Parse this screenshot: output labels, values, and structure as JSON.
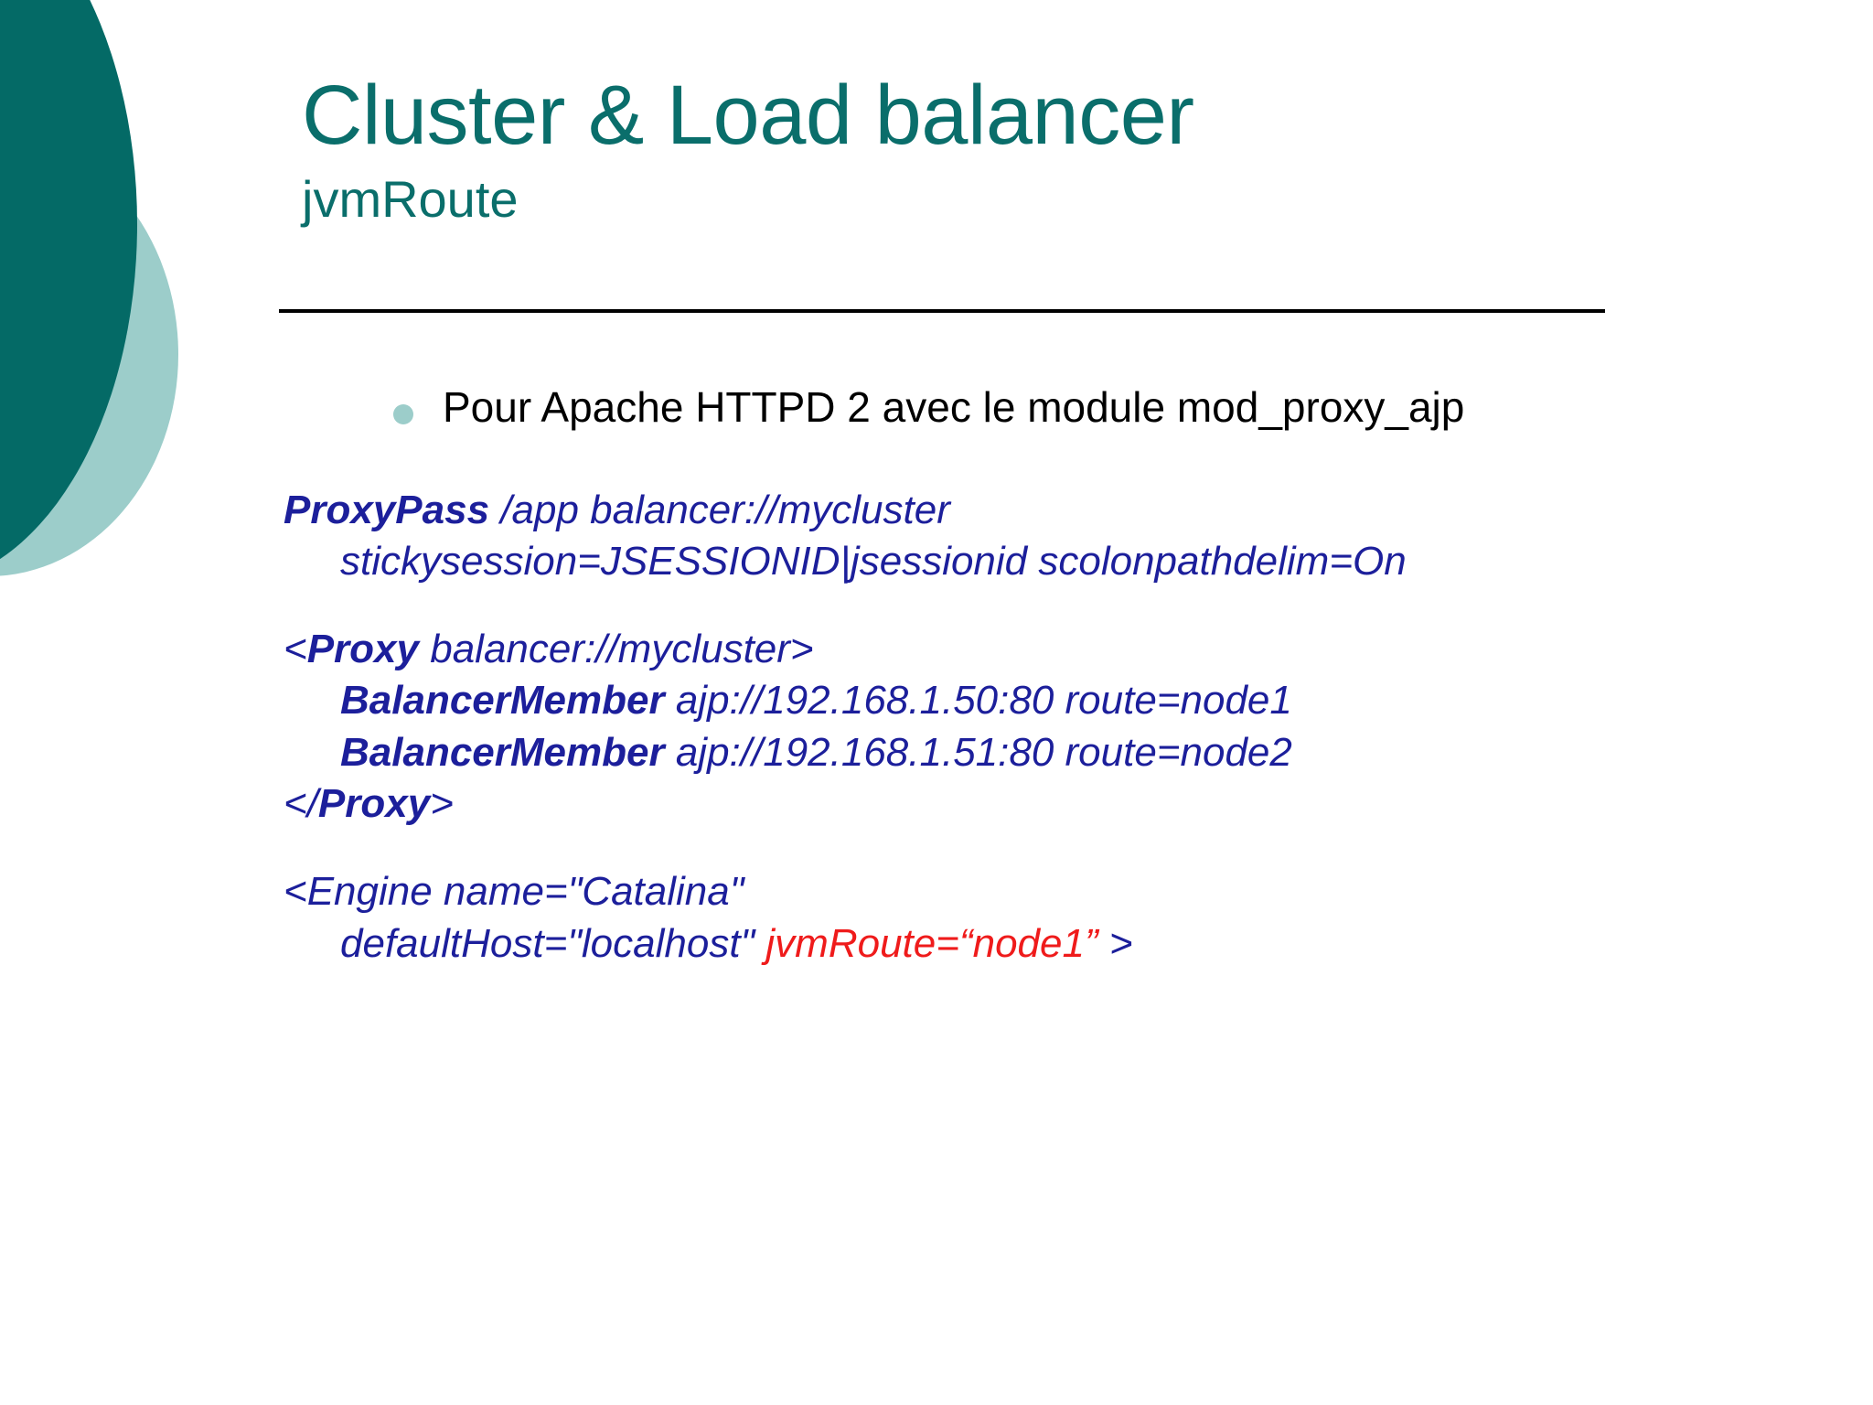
{
  "slide": {
    "title": "Cluster & Load balancer",
    "subtitle": "jvmRoute",
    "title_color": "#0a6e6b",
    "rule_color": "#000000",
    "decor": {
      "dark_circle_color": "#046a66",
      "light_circle_color": "#9ccdca"
    }
  },
  "bullets": [
    {
      "text": "Pour Apache HTTPD 2 avec le module mod_proxy_ajp",
      "bullet_color": "#9ccdca",
      "text_color": "#000000"
    }
  ],
  "code": {
    "color": "#1c1f9b",
    "highlight_color": "#ef1b1b",
    "blocks": [
      {
        "id": "proxypass",
        "lines": [
          {
            "indent": 0,
            "keyword": "ProxyPass",
            "rest": " /app balancer://mycluster"
          },
          {
            "indent": 1,
            "keyword": "",
            "rest": "stickysession=JSESSIONID|jsessionid scolonpathdelim=On"
          }
        ]
      },
      {
        "id": "proxy",
        "lines": [
          {
            "indent": 0,
            "pre": "<",
            "keyword": "Proxy",
            "rest": " balancer://mycluster>"
          },
          {
            "indent": 2,
            "keyword": "BalancerMember",
            "rest": " ajp://192.168.1.50:80 route=node1"
          },
          {
            "indent": 2,
            "keyword": "BalancerMember",
            "rest": " ajp://192.168.1.51:80 route=node2"
          },
          {
            "indent": 0,
            "pre": "</",
            "keyword": "Proxy",
            "rest": ">"
          }
        ]
      },
      {
        "id": "engine",
        "lines": [
          {
            "indent": 0,
            "keyword": "",
            "rest": "<Engine name=\"Catalina\""
          },
          {
            "indent": 1,
            "keyword": "",
            "rest": "defaultHost=\"localhost\" ",
            "highlight": "jvmRoute=“node1”",
            "tail": " >"
          }
        ]
      }
    ]
  }
}
